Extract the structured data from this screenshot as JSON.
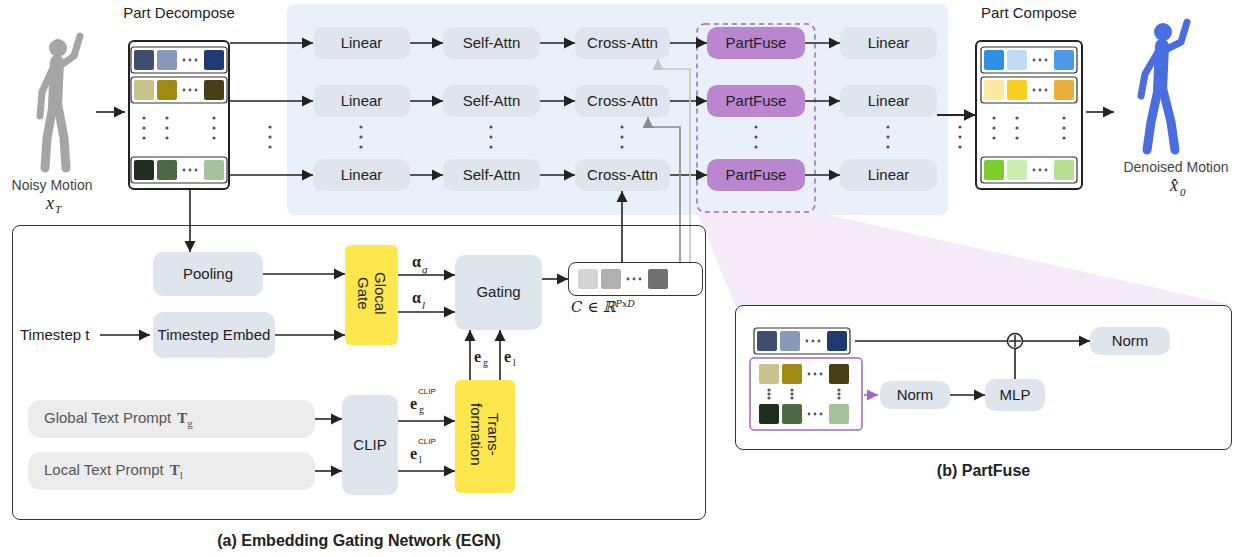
{
  "diagram": {
    "nodes": [
      {
        "text": [
          "Part Decompose"
        ]
      },
      {
        "text": [
          "Linear"
        ]
      },
      {
        "text": [
          "Self-Attn"
        ]
      },
      {
        "text": [
          "Cross-Attn"
        ]
      },
      {
        "text": [
          "PartFuse"
        ]
      },
      {
        "text": [
          "Linear"
        ]
      },
      {
        "text": [
          "Linear"
        ]
      },
      {
        "text": [
          "Self-Attn"
        ]
      },
      {
        "text": [
          "Cross-Attn"
        ]
      },
      {
        "text": [
          "PartFuse"
        ]
      },
      {
        "text": [
          "Linear"
        ]
      },
      {
        "text": [
          "Linear"
        ]
      },
      {
        "text": [
          "Self-Attn"
        ]
      },
      {
        "text": [
          "Cross-Attn"
        ]
      },
      {
        "text": [
          "PartFuse"
        ]
      },
      {
        "text": [
          "Linear"
        ]
      },
      {
        "text": [
          "Part Compose"
        ]
      },
      {
        "text": [
          "(a) Embedding Gating Network (EGN)"
        ]
      },
      {
        "text": [
          "Pooling"
        ],
        "in": 17
      },
      {
        "text": [
          "Timestep Embed"
        ],
        "in": 17
      },
      {
        "text": [
          "Glocal Gate"
        ],
        "in": 17
      },
      {
        "text": [
          "Gating"
        ],
        "in": 17
      },
      {
        "text": [
          "C ∈ ℝᴾˣᴰ"
        ],
        "in": 17
      },
      {
        "text": [
          "Global Text Prompt",
          "T",
          "g"
        ],
        "in": 17
      },
      {
        "text": [
          "Local Text Prompt",
          "T",
          "l"
        ],
        "in": 17
      },
      {
        "text": [
          "CLIP"
        ],
        "in": 17
      },
      {
        "text": [
          "Trans- formation"
        ],
        "in": 17
      },
      {
        "text": [
          "(b) PartFuse"
        ]
      },
      {
        "text": [
          "Norm"
        ],
        "in": 27
      },
      {
        "text": [
          "MLP"
        ],
        "in": 27
      },
      {
        "text": [
          "Norm"
        ],
        "in": 27
      }
    ],
    "edges": [
      {
        "from": 0,
        "to": 1,
        "arrow": "to"
      },
      {
        "from": 0,
        "to": 6,
        "arrow": "to"
      },
      {
        "from": 0,
        "to": 11,
        "arrow": "to"
      },
      {
        "from": 1,
        "to": 2,
        "arrow": "to"
      },
      {
        "from": 2,
        "to": 3,
        "arrow": "to"
      },
      {
        "from": 3,
        "to": 4,
        "arrow": "to"
      },
      {
        "from": 4,
        "to": 5,
        "arrow": "to"
      },
      {
        "from": 6,
        "to": 7,
        "arrow": "to"
      },
      {
        "from": 7,
        "to": 8,
        "arrow": "to"
      },
      {
        "from": 8,
        "to": 9,
        "arrow": "to"
      },
      {
        "from": 9,
        "to": 10,
        "arrow": "to"
      },
      {
        "from": 11,
        "to": 12,
        "arrow": "to"
      },
      {
        "from": 12,
        "to": 13,
        "arrow": "to"
      },
      {
        "from": 13,
        "to": 14,
        "arrow": "to"
      },
      {
        "from": 14,
        "to": 15,
        "arrow": "to"
      },
      {
        "from": 5,
        "to": 16,
        "arrow": "to"
      },
      {
        "from": 10,
        "to": 16,
        "arrow": "to"
      },
      {
        "from": 15,
        "to": 16,
        "arrow": "to"
      },
      {
        "from": 0,
        "to": 18,
        "arrow": "to"
      },
      {
        "from": 18,
        "to": 20,
        "arrow": "to"
      },
      {
        "from": 19,
        "to": 20,
        "arrow": "to"
      },
      {
        "from": 20,
        "to": 21,
        "arrow": "to"
      },
      {
        "from": 20,
        "to": 21,
        "arrow": "to"
      },
      {
        "from": 23,
        "to": 25,
        "arrow": "to"
      },
      {
        "from": 24,
        "to": 25,
        "arrow": "to"
      },
      {
        "from": 25,
        "to": 26,
        "arrow": "to"
      },
      {
        "from": 25,
        "to": 26,
        "arrow": "to"
      },
      {
        "from": 26,
        "to": 21,
        "arrow": "to"
      },
      {
        "from": 26,
        "to": 21,
        "arrow": "to"
      },
      {
        "from": 21,
        "to": 22,
        "arrow": "to"
      },
      {
        "from": 22,
        "to": 13,
        "arrow": "to"
      },
      {
        "from": 22,
        "to": 8,
        "arrow": "to"
      },
      {
        "from": 22,
        "to": 3,
        "arrow": "to"
      },
      {
        "from": 28,
        "to": 29,
        "arrow": "to"
      },
      {
        "from": 29,
        "to": 30,
        "arrow": "to"
      }
    ],
    "labels": [
      "Noisy Motion",
      "x",
      "T",
      "Denoised Motion",
      "x̂",
      "0",
      "Timestep t",
      "α",
      "g",
      "α",
      "l",
      "e",
      "g",
      "CLIP",
      "e",
      "l",
      "CLIP",
      "e",
      "g",
      "e",
      "l"
    ]
  }
}
